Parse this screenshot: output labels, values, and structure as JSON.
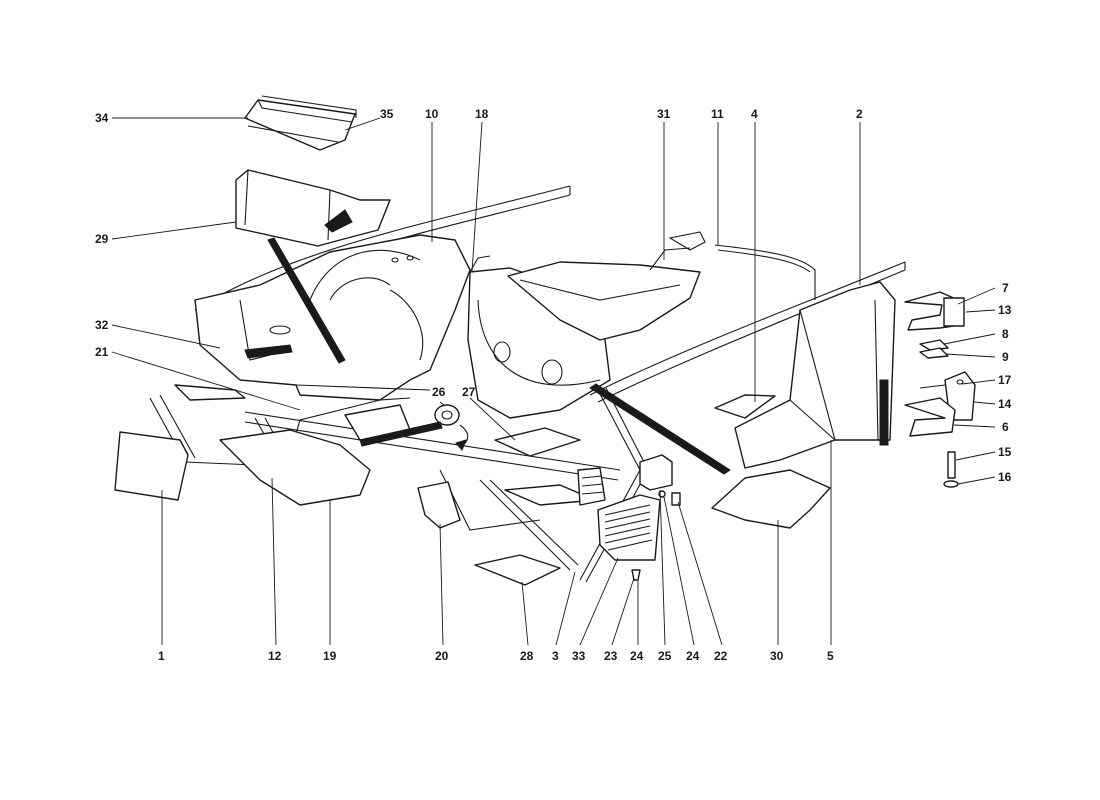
{
  "diagram": {
    "labels": [
      "1",
      "2",
      "3",
      "4",
      "5",
      "6",
      "7",
      "8",
      "9",
      "10",
      "11",
      "12",
      "13",
      "14",
      "15",
      "16",
      "17",
      "18",
      "19",
      "20",
      "21",
      "22",
      "23",
      "24",
      "24",
      "25",
      "26",
      "27",
      "28",
      "29",
      "30",
      "31",
      "32",
      "33",
      "34",
      "35"
    ]
  }
}
